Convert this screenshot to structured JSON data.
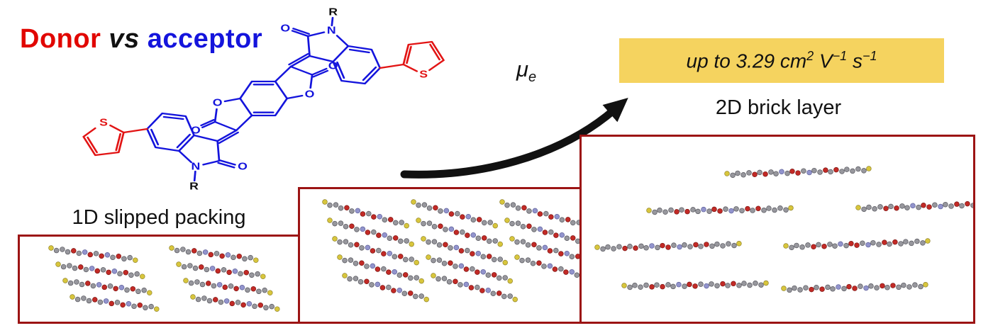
{
  "title": {
    "donor": "Donor",
    "vs": " vs ",
    "acceptor": "acceptor"
  },
  "molecule": {
    "atoms": {
      "o": "O",
      "n": "N",
      "s": "S",
      "r": "R"
    }
  },
  "arrow": {
    "mu": "μ",
    "sub": "e"
  },
  "result": {
    "p1": "up to 3.29 cm",
    "s1": "2",
    "p2": " V",
    "s2": "−1",
    "p3": " s",
    "s3": "−1"
  },
  "labels": {
    "packing1d": "1D slipped packing",
    "brick2d": "2D brick layer"
  },
  "colors": {
    "donor_red": "#e10600",
    "acceptor_blue": "#1414dc",
    "thiophene_red": "#e21414",
    "highlight_bg": "#f5d35f",
    "panel_border": "#9c1414",
    "arrow_black": "#111111"
  }
}
